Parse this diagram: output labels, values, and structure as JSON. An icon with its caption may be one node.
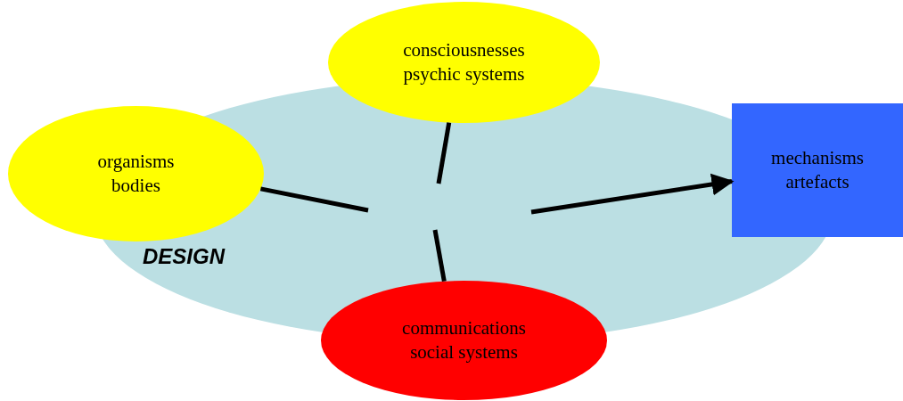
{
  "diagram": {
    "nodes": [
      {
        "text": [
          "consciousnesses",
          "psychic systems"
        ]
      },
      {
        "text": [
          "organisms",
          "bodies"
        ]
      },
      {
        "text": [
          "mechanisms",
          "artefacts"
        ]
      },
      {
        "text": [
          "communications",
          "social systems"
        ]
      }
    ],
    "edges": [
      {
        "from": 0,
        "to": null,
        "arrow": "none"
      },
      {
        "from": 1,
        "to": null,
        "arrow": "none"
      },
      {
        "from": 3,
        "to": null,
        "arrow": "none"
      },
      {
        "from": null,
        "to": 2,
        "arrow": "to"
      }
    ],
    "labels": [
      "DESIGN"
    ]
  }
}
